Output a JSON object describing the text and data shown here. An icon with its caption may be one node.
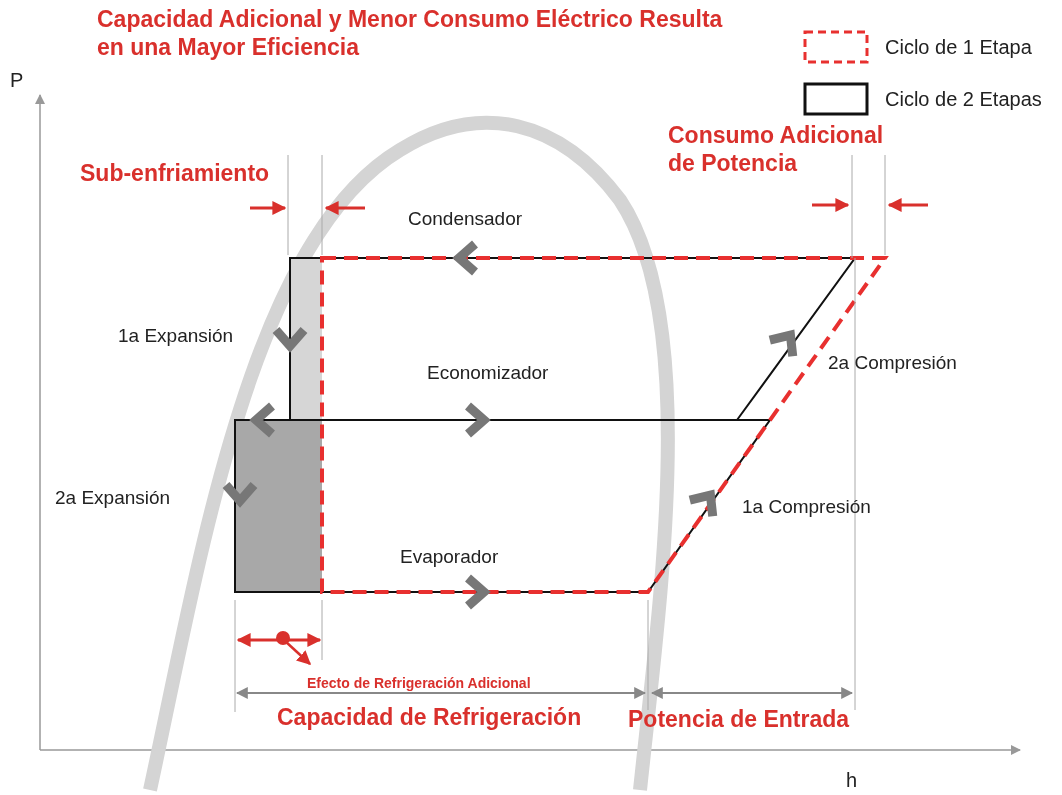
{
  "diagram": {
    "title": "Capacidad Adicional y Menor Consumo Eléctrico Resulta en una Mayor Eficiencia",
    "labels": [
      "P",
      "Sub-enfriamiento",
      "Consumo Adicional de Potencia",
      "Condensador",
      "1a Expansión",
      "Economizador",
      "2a Compresión",
      "2a Expansión",
      "1a Compresión",
      "Evaporador",
      "Efecto de Refrigeración Adicional",
      "Capacidad de Refrigeración",
      "Potencia de Entrada",
      "h"
    ],
    "legend": [
      {
        "text": "Ciclo de 1 Etapa"
      },
      {
        "text": "Ciclo de 2 Etapas"
      }
    ]
  }
}
